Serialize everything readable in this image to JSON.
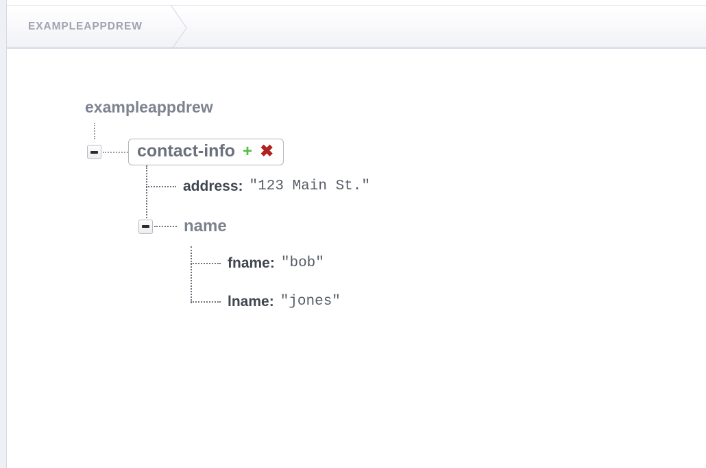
{
  "header": {
    "breadcrumb": [
      {
        "label": "EXAMPLEAPPDREW"
      }
    ],
    "arrow_icon": "chevron-right-icon"
  },
  "tree": {
    "root_label": "exampleappdrew",
    "collapse_icon": "minus-icon",
    "nodes": {
      "contact_info": {
        "label": "contact-info",
        "add_icon": "plus-icon",
        "add_label": "+",
        "delete_icon": "close-icon",
        "delete_label": "✖",
        "toggle_state": "expanded"
      },
      "address": {
        "key": "address:",
        "value": "\"123 Main St.\""
      },
      "name": {
        "label": "name",
        "toggle_state": "expanded"
      },
      "fname": {
        "key": "fname:",
        "value": "\"bob\""
      },
      "lname": {
        "key": "lname:",
        "value": "\"jones\""
      }
    }
  },
  "colors": {
    "page_background": "#eef0f5",
    "panel_background": "#ffffff",
    "breadcrumb_text": "#a0a2ae",
    "node_text": "#6a707c",
    "leaf_key_text": "#3f4650",
    "leaf_value_text": "#565c66",
    "add_green": "#4fbf3f",
    "delete_red": "#b02222",
    "connector": "#9a9aa2",
    "border": "#d7d9e4"
  }
}
